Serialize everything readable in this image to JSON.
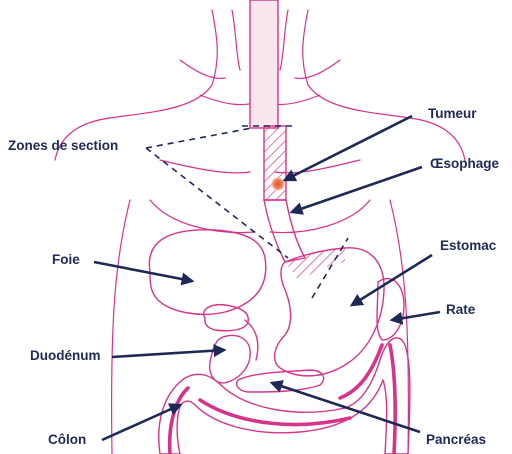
{
  "labels": {
    "tumeur": "Tumeur",
    "oesophage": "Œsophage",
    "zones_de_section": "Zones de section",
    "foie": "Foie",
    "estomac": "Estomac",
    "rate": "Rate",
    "duodenum": "Duodénum",
    "colon": "Côlon",
    "pancreas": "Pancréas"
  },
  "colors": {
    "organ_outline": "#d6348a",
    "organ_fill": "#f7dcea",
    "label_text": "#1e2a55",
    "arrow": "#1e2a55",
    "tumor": "#e0561f"
  }
}
